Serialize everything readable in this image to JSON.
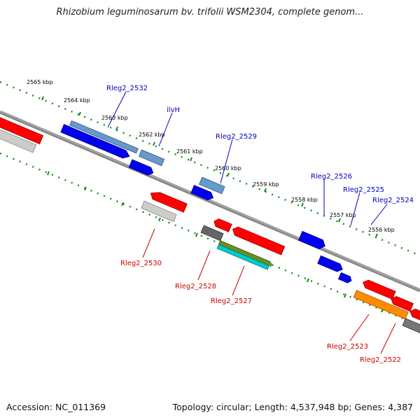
{
  "title": "Rhizobium leguminosarum bv. trifolii WSM2304, complete genom...",
  "footer": {
    "accession": "Accession: NC_011369",
    "summary": "Topology: circular; Length: 4,537,948 bp; Genes: 4,387"
  },
  "kbp_labels": [
    "2565 kbp",
    "2564 kbp",
    "2563 kbp",
    "2562 kbp",
    "2561 kbp",
    "2560 kbp",
    "2559 kbp",
    "2558 kbp",
    "2557 kbp",
    "2556 kbp"
  ],
  "gene_labels_top": [
    "Rleg2_2532",
    "ilvH",
    "Rleg2_2529",
    "Rleg2_2526",
    "Rleg2_2525",
    "Rleg2_2524"
  ],
  "gene_labels_bottom": [
    "Rleg2_2530",
    "Rleg2_2528",
    "Rleg2_2527",
    "Rleg2_2523",
    "Rleg2_2522"
  ],
  "colors": {
    "forward_label": "#0000bb",
    "reverse_label": "#cc0000",
    "backbone": "#888888",
    "ticks": "#1a8a1a"
  }
}
